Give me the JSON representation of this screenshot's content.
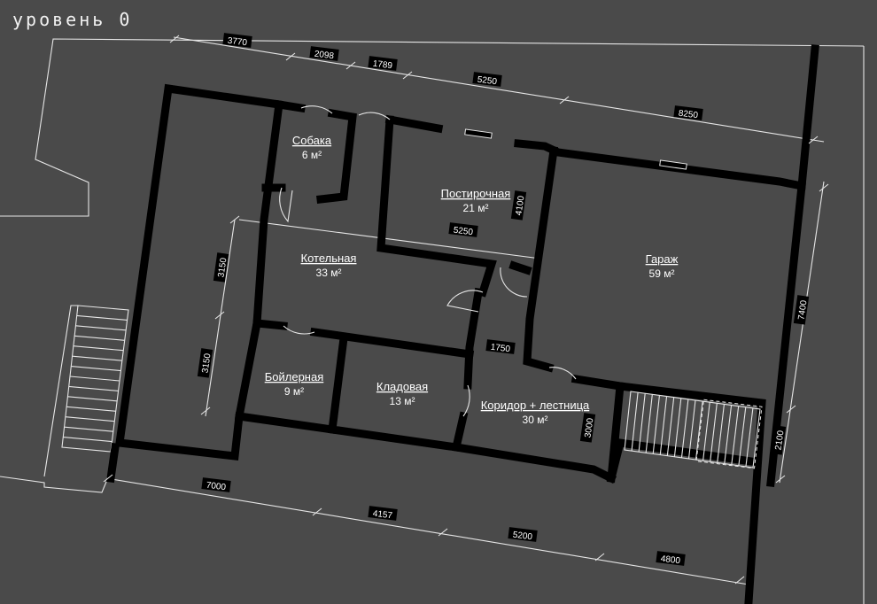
{
  "level_title": "уровень 0",
  "colors": {
    "background": "#4a4a4a",
    "wall": "#000000",
    "line": "#e6e6e6",
    "text": "#ffffff"
  },
  "rooms": [
    {
      "id": "sobaka",
      "name": "Собака",
      "area": "6 м²"
    },
    {
      "id": "postirochnaya",
      "name": "Постирочная",
      "area": "21 м²"
    },
    {
      "id": "kotelnaya",
      "name": "Котельная",
      "area": "33 м²"
    },
    {
      "id": "garazh",
      "name": "Гараж",
      "area": "59 м²"
    },
    {
      "id": "boylernaya",
      "name": "Бойлерная",
      "area": "9 м²"
    },
    {
      "id": "kladovaya",
      "name": "Кладовая",
      "area": "13 м²"
    },
    {
      "id": "koridor",
      "name": "Коридор + лестница",
      "area": "30 м²"
    }
  ],
  "dimensions": {
    "top": [
      "3770",
      "2098",
      "1789",
      "5250",
      "8250"
    ],
    "inner": [
      "5250",
      "4100",
      "1750",
      "3000"
    ],
    "left": [
      "3150",
      "3150"
    ],
    "right": [
      "7400",
      "2100"
    ],
    "bottom": [
      "7000",
      "4157",
      "5200",
      "4800"
    ]
  }
}
